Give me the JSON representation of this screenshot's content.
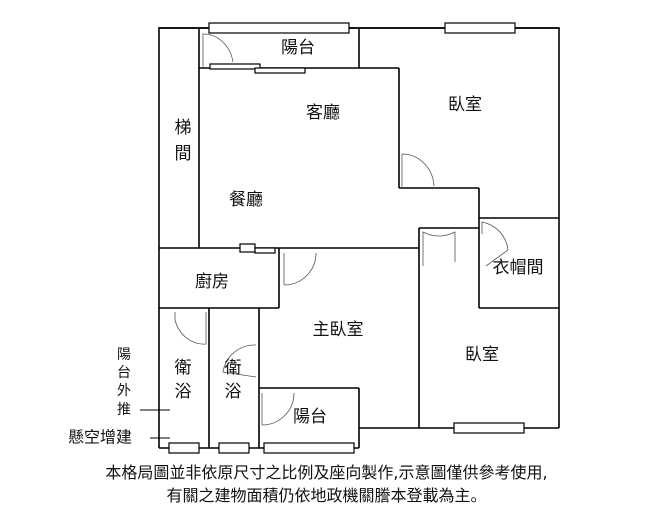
{
  "rooms": {
    "balcony_top": "陽台",
    "living_room": "客廳",
    "bedroom_top": "臥室",
    "stairwell": [
      "梯",
      "間"
    ],
    "dining_room": "餐廳",
    "walk_in_closet": "衣帽間",
    "kitchen": "廚房",
    "master_bedroom": "主臥室",
    "bedroom_bottom": "臥室",
    "bathroom_1": [
      "衛",
      "浴"
    ],
    "bathroom_2": [
      "衛",
      "浴"
    ],
    "balcony_bottom": "陽台"
  },
  "annotations": {
    "balcony_extended": [
      "陽",
      "台",
      "外",
      "推"
    ],
    "suspended_addition": "懸空增建"
  },
  "disclaimer": {
    "line1": "本格局圖並非依原尺寸之比例及座向製作,示意圖僅供參考使用,",
    "line2": "有關之建物面積仍依地政機關謄本登載為主。"
  }
}
